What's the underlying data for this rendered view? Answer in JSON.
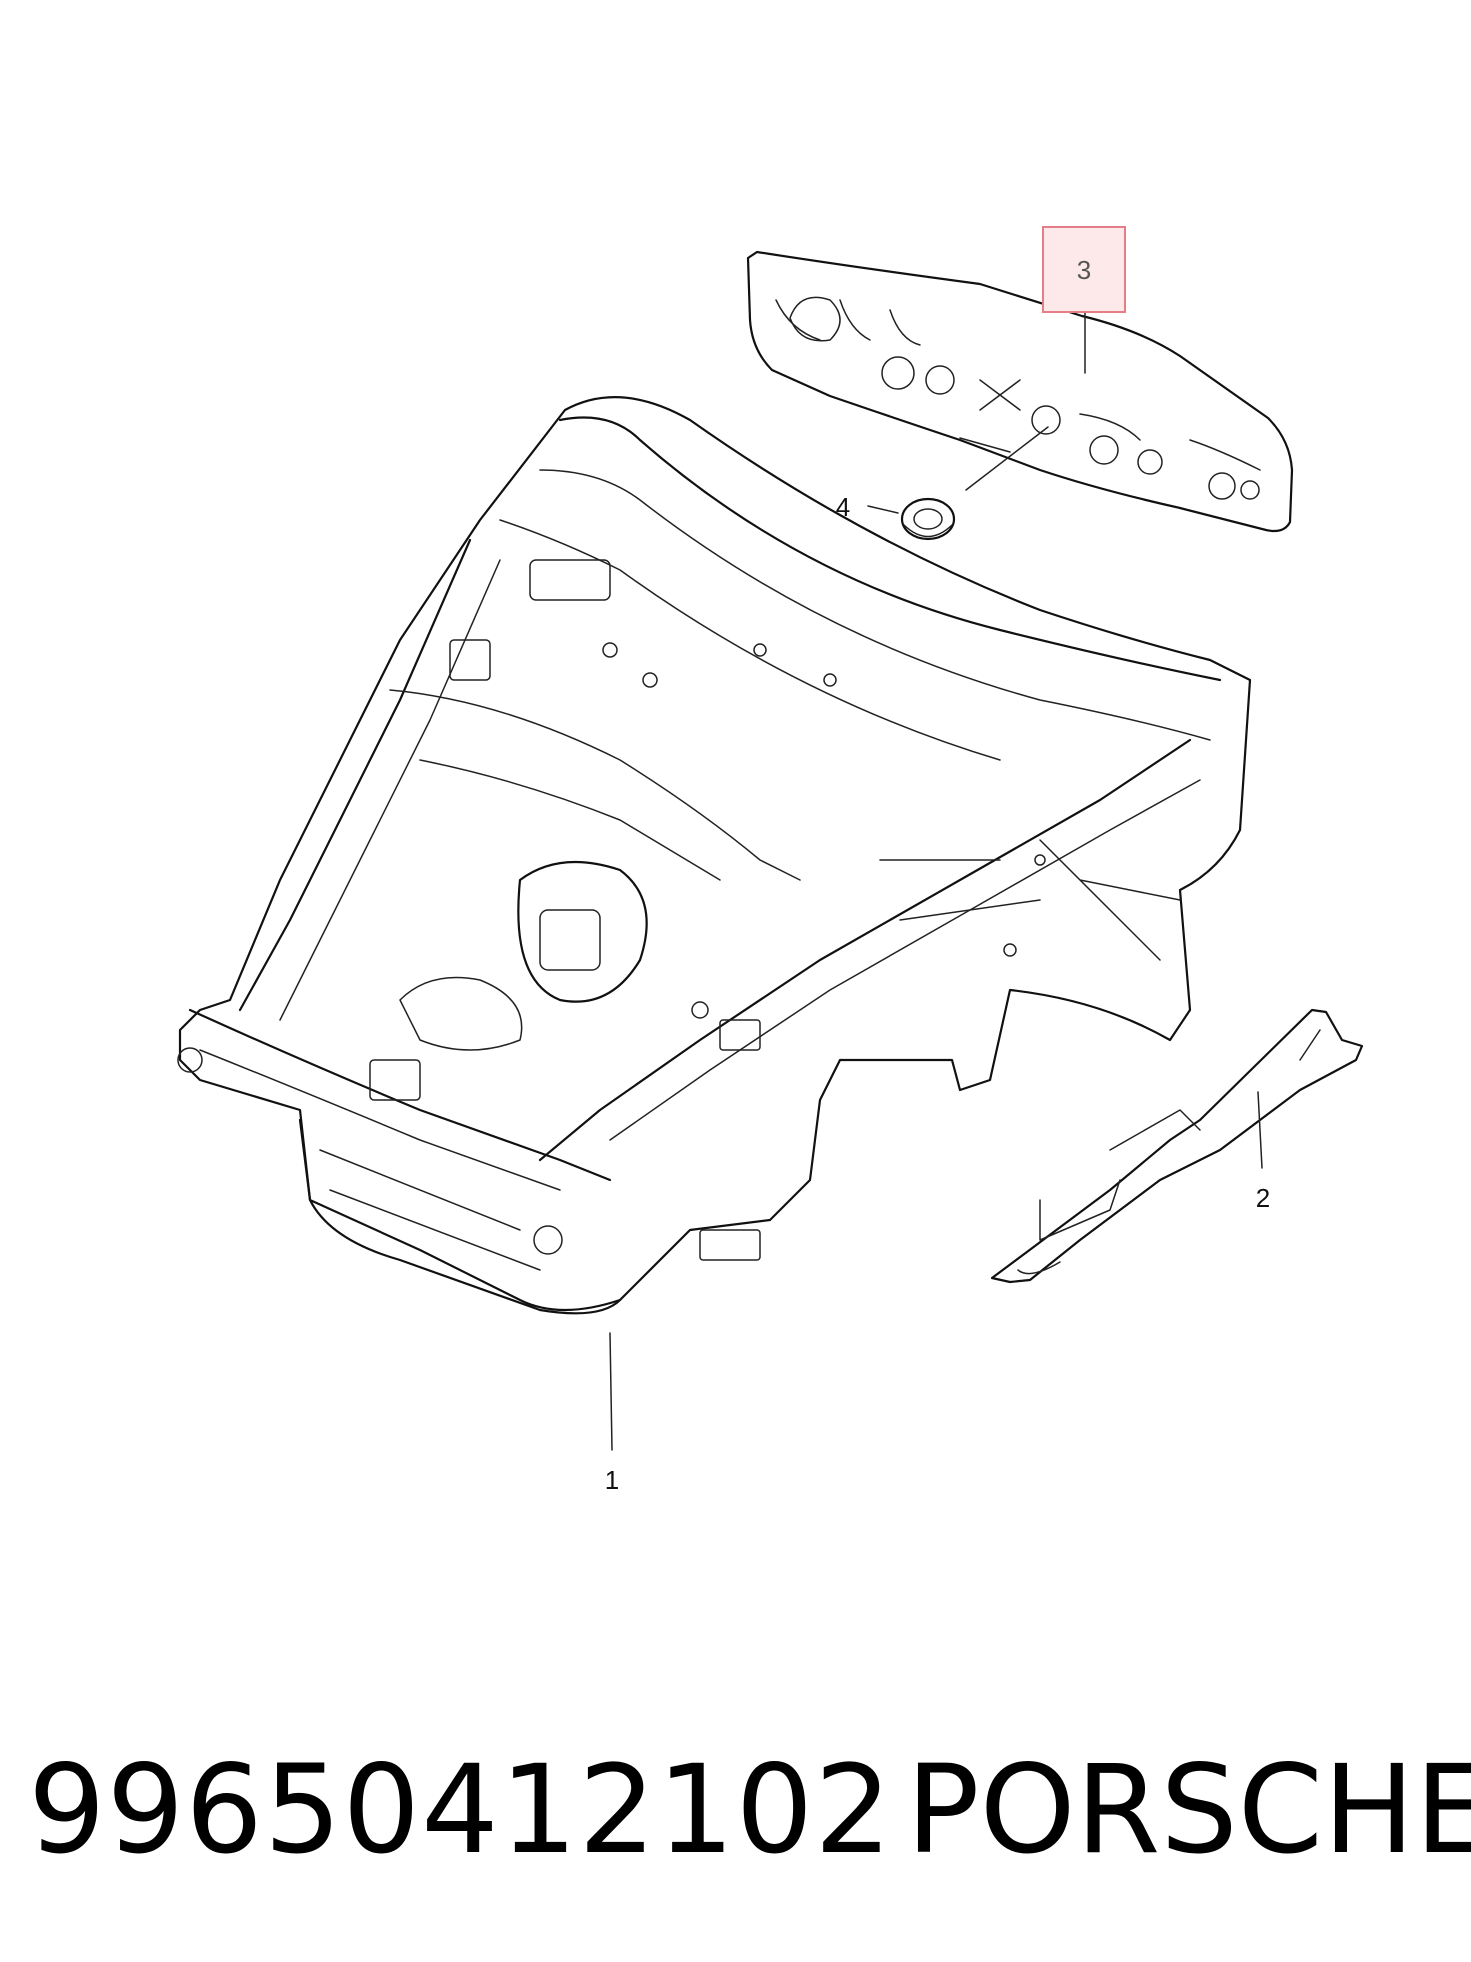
{
  "diagram": {
    "callouts": [
      {
        "id": "1",
        "label": "1",
        "highlighted": false
      },
      {
        "id": "2",
        "label": "2",
        "highlighted": false
      },
      {
        "id": "3",
        "label": "3",
        "highlighted": true
      },
      {
        "id": "4",
        "label": "4",
        "highlighted": false
      }
    ],
    "highlight_color": "#fde9ea",
    "highlight_border": "#e57e86"
  },
  "caption": {
    "part_number": "99650412102",
    "brand": "PORSCHE"
  }
}
